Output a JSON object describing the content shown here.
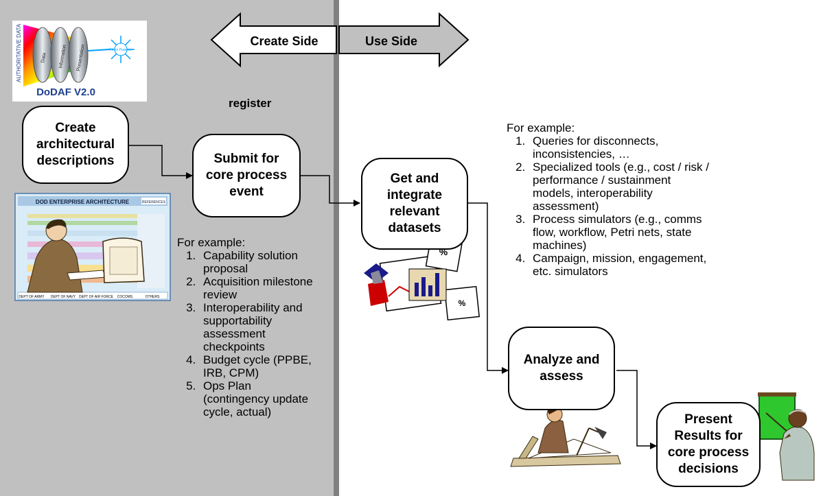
{
  "header": {
    "create_side": "Create Side",
    "use_side": "Use Side"
  },
  "logo": {
    "vertical_text": "AUTHORITATIVE DATA",
    "rings": [
      "Data",
      "Information",
      "Presentation"
    ],
    "burst_text": "Fit for Purpose",
    "title": "DoDAF V2.0"
  },
  "register_label": "register",
  "steps": {
    "create": "Create\narchitectural\ndescriptions",
    "submit": "Submit for\ncore process\nevent",
    "get": "Get and\nintegrate\nrelevant\ndatasets",
    "analyze": "Analyze and\nassess",
    "present": "Present\nResults for\ncore process\ndecisions"
  },
  "left_examples": {
    "heading": "For example:",
    "items": [
      "Capability solution proposal",
      "Acquisition milestone review",
      "Interoperability and supportability assessment checkpoints",
      "Budget cycle (PPBE, IRB, CPM)",
      "Ops Plan (contingency update cycle, actual)"
    ]
  },
  "right_examples": {
    "heading": "For example:",
    "items": [
      "Queries for disconnects, inconsistencies, …",
      "Specialized tools (e.g., cost / risk / performance / sustainment models, interoperability assessment)",
      "Process simulators (e.g., comms flow, workflow, Petri nets, state machines)",
      "Campaign, mission, engagement, etc. simulators"
    ]
  },
  "ea_chart": {
    "title": "DOD ENTERPRISE ARCHITECTURE",
    "references": "REFERENCES",
    "footer": [
      "DEPT OF ARMY",
      "DEPT OF NAVY",
      "DEPT OF AIR FORCE",
      "COCOMS",
      "OTHERS"
    ]
  },
  "colors": {
    "left_panel": "#c0c0c0",
    "divider": "#808080",
    "create_arrow": "#ffffff",
    "use_arrow": "#c0c0c0",
    "logo_title": "#1f3f8f"
  }
}
